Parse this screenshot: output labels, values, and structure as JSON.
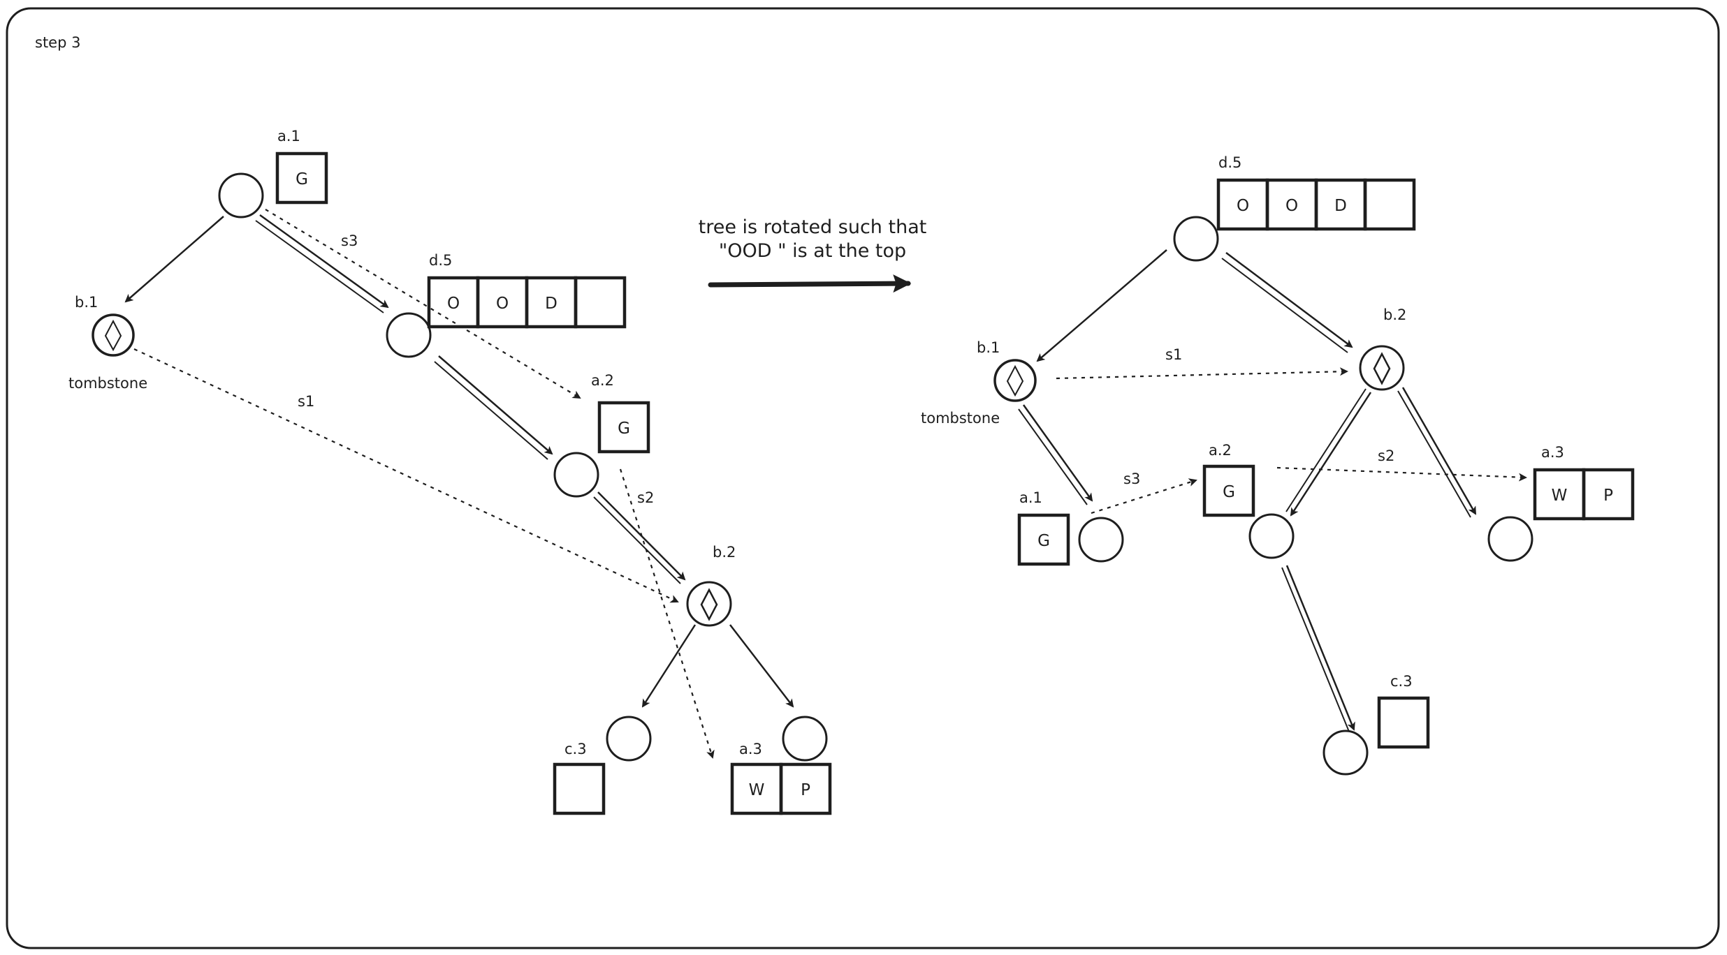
{
  "frame_title": "step 3",
  "caption": {
    "line1": "tree is rotated such that",
    "line2": "\"OOD \" is at the top"
  },
  "left": {
    "labels": {
      "a1": "a.1",
      "b1": "b.1",
      "d5": "d.5",
      "a2": "a.2",
      "b2": "b.2",
      "c3": "c.3",
      "a3": "a.3",
      "tombstone": "tombstone",
      "s1": "s1",
      "s2": "s2",
      "s3": "s3"
    },
    "cells": {
      "a1": [
        "G"
      ],
      "d5": [
        "O",
        "O",
        "D",
        ""
      ],
      "a2": [
        "G"
      ],
      "c3": [
        ""
      ],
      "a3": [
        "W",
        "P"
      ]
    }
  },
  "right": {
    "labels": {
      "d5": "d.5",
      "b1": "b.1",
      "b2": "b.2",
      "a1": "a.1",
      "a2": "a.2",
      "a3": "a.3",
      "c3": "c.3",
      "tombstone": "tombstone",
      "s1": "s1",
      "s2": "s2",
      "s3": "s3"
    },
    "cells": {
      "d5": [
        "O",
        "O",
        "D",
        ""
      ],
      "a1": [
        "G"
      ],
      "a2": [
        "G"
      ],
      "a3": [
        "W",
        "P"
      ],
      "c3": [
        ""
      ]
    }
  },
  "colors": {
    "ink": "#1e1e1e",
    "background": "#ffffff"
  }
}
